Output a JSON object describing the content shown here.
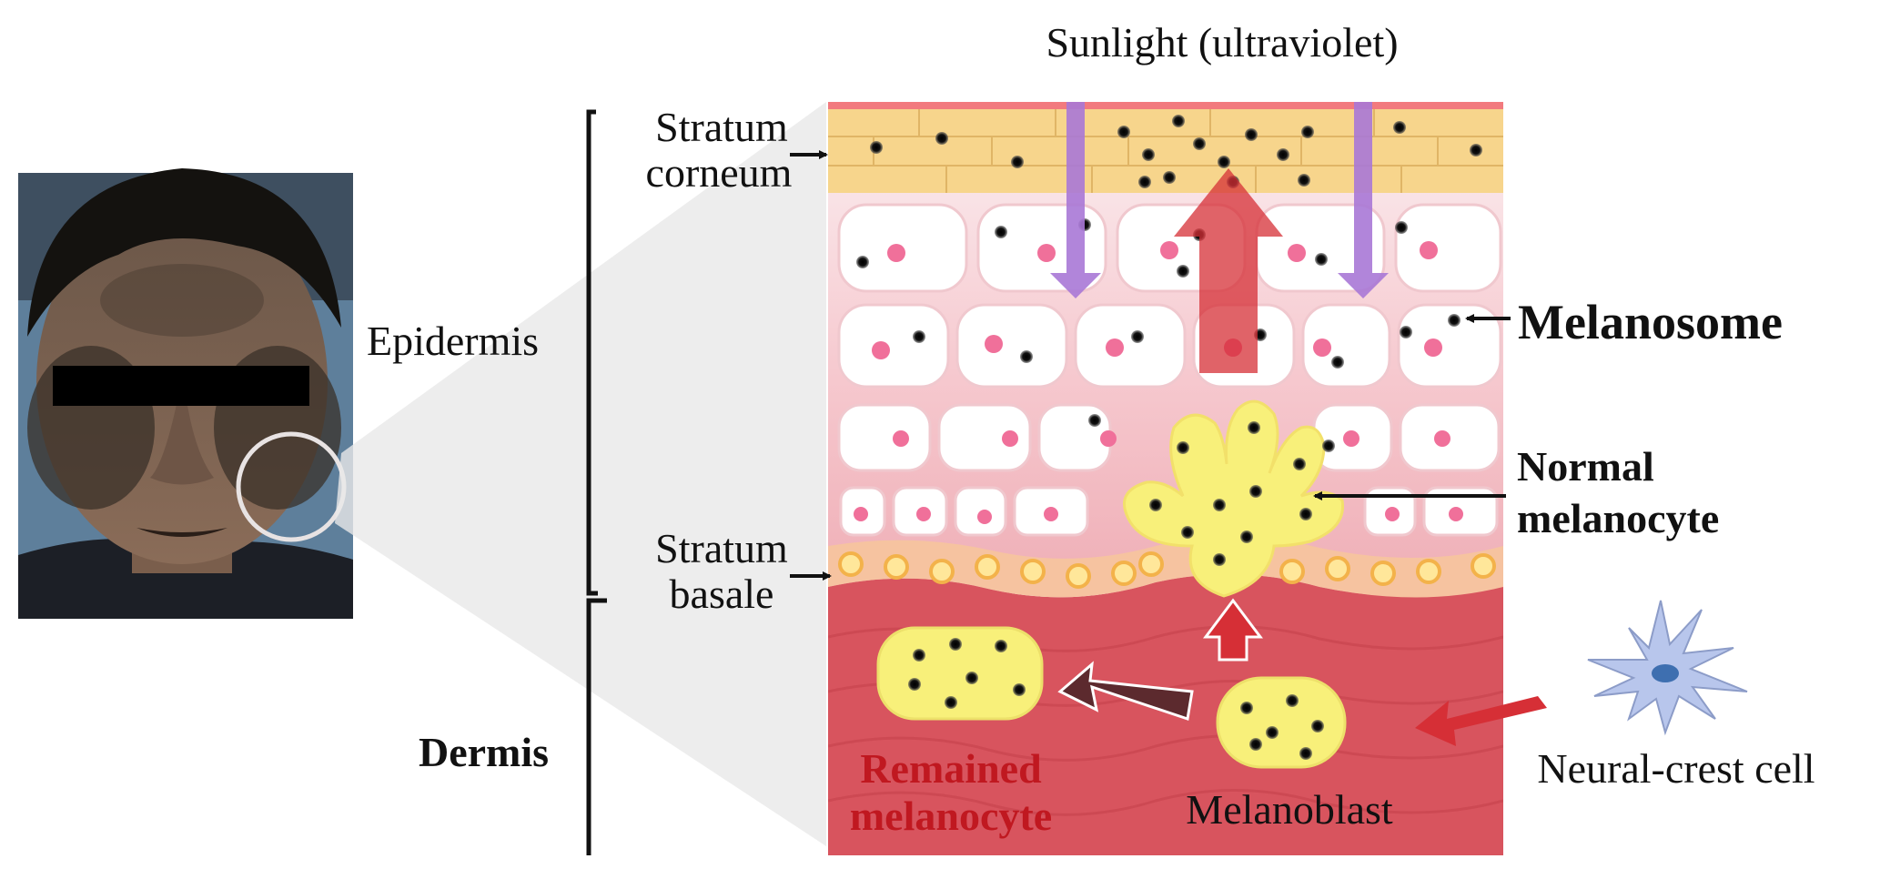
{
  "labels": {
    "sunlight": "Sunlight (ultraviolet)",
    "stratum_corneum_1": "Stratum",
    "stratum_corneum_2": "corneum",
    "epidermis": "Epidermis",
    "stratum_basale_1": "Stratum",
    "stratum_basale_2": "basale",
    "dermis": "Dermis",
    "melanosome": "Melanosome",
    "normal_melanocyte_1": "Normal",
    "normal_melanocyte_2": "melanocyte",
    "remained_melanocyte_1": "Remained",
    "remained_melanocyte_2": "melanocyte",
    "melanoblast": "Melanoblast",
    "neural_crest_cell": "Neural-crest cell"
  },
  "colors": {
    "stratum_corneum": "#F7D58C",
    "epidermis_bg": "#F6C9CF",
    "dermis": "#D8545E",
    "melanocyte": "#F8F07A",
    "uv_arrow": "#A878D6",
    "migration_arrow": "#D62F36",
    "remained_arrow": "#5C2A2E",
    "neural_crest": "#B8C6EC"
  }
}
